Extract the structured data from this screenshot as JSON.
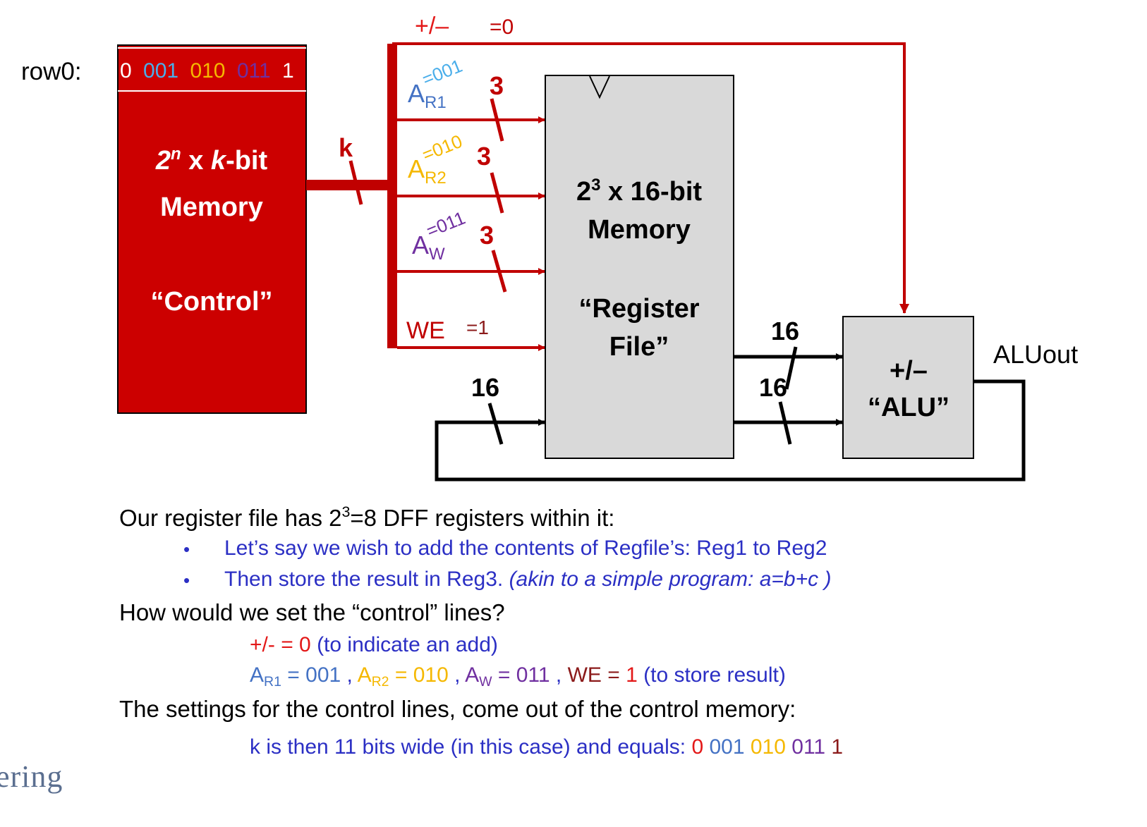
{
  "colors": {
    "control_red": "#cc0000",
    "wire_red": "#c00000",
    "gray_box": "#d9d9d9",
    "ar1": "#4472c4",
    "ar2": "#f5b800",
    "aw": "#7030a0",
    "we": "#8b1a1a",
    "text_blue": "#2b2fc4",
    "text_red": "#e31818"
  },
  "diagram": {
    "row_label": "row0:",
    "row_bits": [
      "0",
      "001",
      "010",
      "011",
      "1"
    ],
    "control_box": {
      "line1_base": "2",
      "line1_sup": "n",
      "line1_rest": " x ",
      "line1_k": "k",
      "line1_tail": "-bit",
      "line2": "Memory",
      "line3": "“Control”"
    },
    "bus_label": "k",
    "pm_label": "+/–",
    "eq0_label": "=0",
    "ar1_label": "A",
    "ar1_sub": "R1",
    "ar1_value": "=001",
    "ar2_label": "A",
    "ar2_sub": "R2",
    "ar2_value": "=010",
    "aw_label": "A",
    "aw_sub": "W",
    "aw_value": "=011",
    "we_label": "WE",
    "we_value": "=1",
    "width_3": "3",
    "width_16": "16",
    "regfile": {
      "line1_base": "2",
      "line1_sup": "3",
      "line1_rest": " x 16-bit",
      "line2": "Memory",
      "line3": "“Register",
      "line4": "File”"
    },
    "alu": {
      "line1": "+/–",
      "line2": "“ALU”"
    },
    "alu_out": "ALUout"
  },
  "text": {
    "line1_pre": "Our register file has 2",
    "line1_sup": "3",
    "line1_post": "=8 DFF registers within it:",
    "bullet": "•",
    "bullet1": "Let’s say we wish to add the contents of Regfile’s: Reg1 to Reg2",
    "bullet2_plain": "Then store the result in Reg3.  ",
    "bullet2_italic": "(akin to a simple program: a=b+c )",
    "question": "How would we set the “control” lines?",
    "pm_line_label": "+/-",
    "pm_line_value": "  = 0",
    "pm_line_note": "   (to indicate an add)",
    "ar1_a": "A",
    "ar1_s": "R1",
    "ar1_v": " = 001",
    "sep1": "   , ",
    "ar2_a": "A",
    "ar2_s": "R2",
    "ar2_v": " = 010",
    "sep2": "    , ",
    "aw_a": "A",
    "aw_s": "W",
    "aw_v": " = 011",
    "sep3": "  , ",
    "we_l": "WE = ",
    "we_v": "1",
    "we_note": " (to store result)",
    "settings": "The settings for the control lines, come out of the control memory:",
    "k_line": "k is then 11 bits wide (in this case) and equals: ",
    "k_bits": [
      "0",
      " 001",
      " 010",
      " 011",
      " 1"
    ],
    "logo_fragment": "ering"
  }
}
